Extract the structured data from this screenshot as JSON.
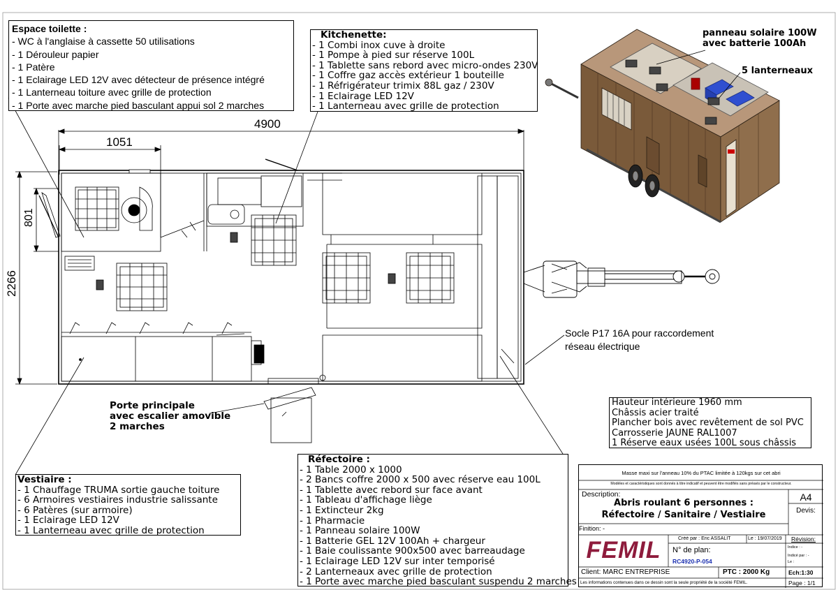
{
  "sanitary": {
    "title": "Espace toilette :",
    "items": [
      "- WC à l'anglaise à cassette 50 utilisations",
      "- 1 Dérouleur papier",
      "- 1 Patère",
      "- 1 Eclairage LED 12V avec détecteur de présence intégré",
      "- 1 Lanterneau toiture avec grille de protection",
      "- 1 Porte avec marche pied basculant appui sol 2 marches"
    ]
  },
  "kitchenette": {
    "title": "Kitchenette:",
    "items": [
      "- 1 Combi inox cuve à droite",
      "- 1 Pompe à pied sur réserve 100L",
      "- 1 Tablette sans rebord avec micro-ondes 230V",
      "- 1 Coffre gaz accès extérieur 1 bouteille",
      "- 1 Réfrigérateur trimix 88L gaz / 230V",
      "- 1 Eclairage LED 12V",
      "- 1 Lanterneau avec grille de protection"
    ]
  },
  "iso_labels": {
    "solar": "panneau solaire 100W",
    "battery": "avec batterie 100Ah",
    "skylights": "5 lanterneaux"
  },
  "dimensions": {
    "overall_length": "4900",
    "toilet_length": "1051",
    "width": "2266",
    "toilet_depth": "801"
  },
  "socket_note": {
    "line1": "Socle P17 16A pour raccordement",
    "line2": "réseau électrique"
  },
  "door_note": {
    "line1": "Porte principale",
    "line2": "avec escalier amovible",
    "line3": "2 marches"
  },
  "specs": [
    "Hauteur intérieure 1960 mm",
    "Châssis acier traité",
    "Plancher bois avec revêtement de sol PVC",
    "Carrosserie JAUNE RAL1007",
    "1 Réserve eaux usées 100L sous châssis"
  ],
  "vestiaire": {
    "title": "Vestiaire :",
    "items": [
      "- 1 Chauffage TRUMA sortie gauche toiture",
      "- 6 Armoires vestiaires industrie salissante",
      "- 6 Patères (sur armoire)",
      "- 1 Eclairage LED 12V",
      "- 1 Lanterneau avec grille de protection"
    ]
  },
  "refectoire": {
    "title": "Réfectoire :",
    "items": [
      "- 1 Table 2000 x 1000",
      "- 2 Bancs coffre 2000 x 500 avec réserve eau 100L",
      "- 1 Tablette avec rebord sur face avant",
      "- 1 Tableau d'affichage liège",
      "- 1 Extincteur 2kg",
      "- 1 Pharmacie",
      "- 1 Panneau solaire 100W",
      "- 1 Batterie GEL 12V 100Ah + chargeur",
      "- 1 Baie coulissante 900x500 avec barreaudage",
      "- 1 Eclairage LED 12V sur inter temporisé",
      "- 2 Lanterneaux avec grille de protection",
      "- 1 Porte avec marche pied basculant suspendu 2 marches"
    ]
  },
  "cartouche": {
    "mass_note": "Masse maxi sur l'anneau 10% du PTAC limitée à 120kgs sur cet abri",
    "disclaimer": "Modèles et caractéristiques sont donnés à titre indicatif et peuvent être modifiés sans préavis par le constructeur.",
    "description_label": "Description:",
    "description_line1": "Abris roulant 6 personnes :",
    "description_line2": "Réfectoire / Sanitaire / Vestiaire",
    "format": "A4",
    "devis_label": "Devis:",
    "finition": "Finition: -",
    "logo": "FEMIL",
    "created_by": "Créé par : Eric ASSALIT",
    "date": "Le : 19/07/2019",
    "revision_label": "Révision:",
    "plan_label": "N° de plan:",
    "plan_number": "RC4920-P-054",
    "indice": "Indice : -",
    "indice_par": "Indicé par : -",
    "le": "Le :",
    "client": "Client: MARC ENTREPRISE",
    "ptc": "PTC : 2000 Kg",
    "scale": "Ech:1:30",
    "property": "Les informations contenues dans ce dessin sont la seule propriété de la société FEMIL.",
    "page": "Page : 1/1"
  },
  "colors": {
    "line": "#000000",
    "logo": "#8e1b3c",
    "plan_number": "#1a2fb0",
    "wood": "#8a6a45",
    "solar_blue": "#2f4fd0"
  }
}
